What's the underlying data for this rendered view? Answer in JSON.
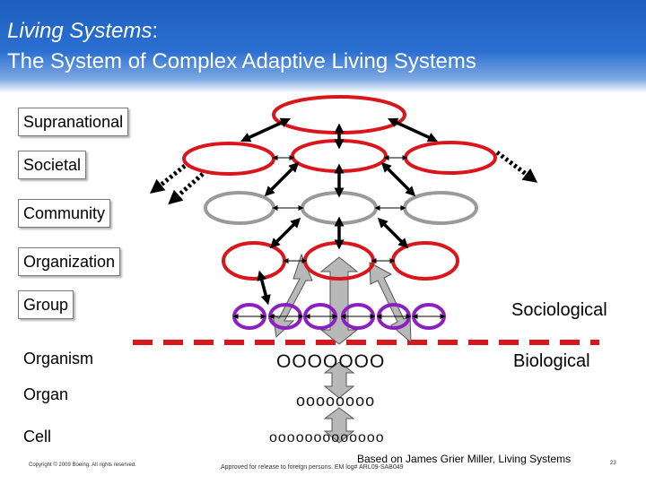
{
  "header": {
    "title_em": "Living Systems",
    "title_colon": ":",
    "subtitle": "The System of Complex Adaptive Living Systems"
  },
  "levels": [
    {
      "label": "Supranational"
    },
    {
      "label": "Societal"
    },
    {
      "label": "Community"
    },
    {
      "label": "Organization"
    },
    {
      "label": "Group"
    },
    {
      "label": "Organism"
    },
    {
      "label": "Organ"
    },
    {
      "label": "Cell"
    }
  ],
  "divider": {
    "above_label": "Sociological",
    "below_label": "Biological"
  },
  "biology": {
    "organism_row": "OOOOOOO",
    "organ_row": "oooooooo",
    "cell_row": "ooooooooooooo"
  },
  "colors": {
    "red": "#d9161c",
    "gray": "#9a9a9a",
    "purple": "#8a1fc2",
    "arrow_fill": "#b8b8b8",
    "header_blue": "#1d5fbf"
  },
  "footer": {
    "copyright": "Copyright © 2009 Boeing. All rights reserved.",
    "citation": "Based on James Grier Miller, Living Systems",
    "release": "Approved for release to foreign persons. EM log# ARL09-SAB049",
    "page": "23"
  }
}
